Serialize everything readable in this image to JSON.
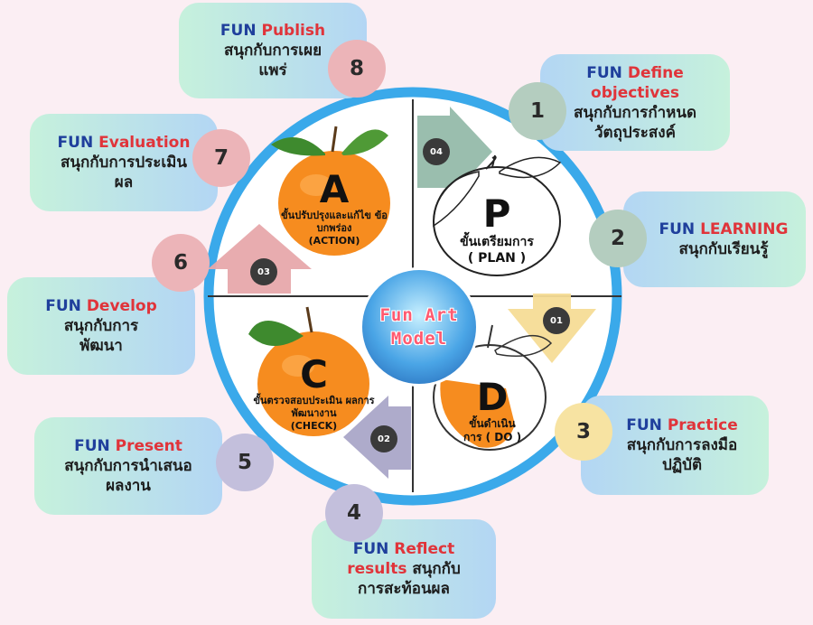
{
  "center": {
    "line1": "Fun Art",
    "line2": "Model"
  },
  "quadrants": {
    "P": {
      "letter": "P",
      "thai": "ขั้นเตรียมการ",
      "en": "( PLAN )"
    },
    "D": {
      "letter": "D",
      "thai": "ขั้นดำเนิน",
      "en": "การ ( DO )"
    },
    "C": {
      "letter": "C",
      "thai": "ขั้นตรวจสอบประเมิน ผลการพัฒนางาน",
      "en": "(CHECK)"
    },
    "A": {
      "letter": "A",
      "thai": "ขั้นปรับปรุงและแก้ไข ข้อบกพร่อง",
      "en": "(ACTION)"
    }
  },
  "arrows": {
    "a04": "04",
    "a01": "01",
    "a02": "02",
    "a03": "03"
  },
  "steps": [
    {
      "num": "1",
      "fun": "FUN",
      "keyword": "Define",
      "keyword2": "objectives",
      "thai1": "สนุกกับการกำหนด",
      "thai2": "วัตถุประสงค์"
    },
    {
      "num": "2",
      "fun": "FUN",
      "keyword": "LEARNING",
      "thai1": "สนุกกับเรียนรู้"
    },
    {
      "num": "3",
      "fun": "FUN",
      "keyword": "Practice",
      "thai1": "สนุกกับการลงมือ",
      "thai2": "ปฏิบัติ"
    },
    {
      "num": "4",
      "fun": "FUN",
      "keyword": "Reflect",
      "keyword2": "results",
      "thai1": "สนุกกับ",
      "thai2": "การสะท้อนผล"
    },
    {
      "num": "5",
      "fun": "FUN",
      "keyword": "Present",
      "thai1": "สนุกกับการนำเสนอ",
      "thai2": "ผลงาน"
    },
    {
      "num": "6",
      "fun": "FUN",
      "keyword": "Develop",
      "thai1": "สนุกกับการ",
      "thai2": "พัฒนา"
    },
    {
      "num": "7",
      "fun": "FUN",
      "keyword": "Evaluation",
      "thai1": "สนุกกับการประเมิน",
      "thai2": "ผล"
    },
    {
      "num": "8",
      "fun": "FUN",
      "keyword": "Publish",
      "thai1": "สนุกกับการเผย",
      "thai2": "แพร่"
    }
  ],
  "colors": {
    "ring": "#3aa9ea",
    "fun": "#1f3f9c",
    "keyword": "#e0343a",
    "orange": "#f58a1f"
  }
}
